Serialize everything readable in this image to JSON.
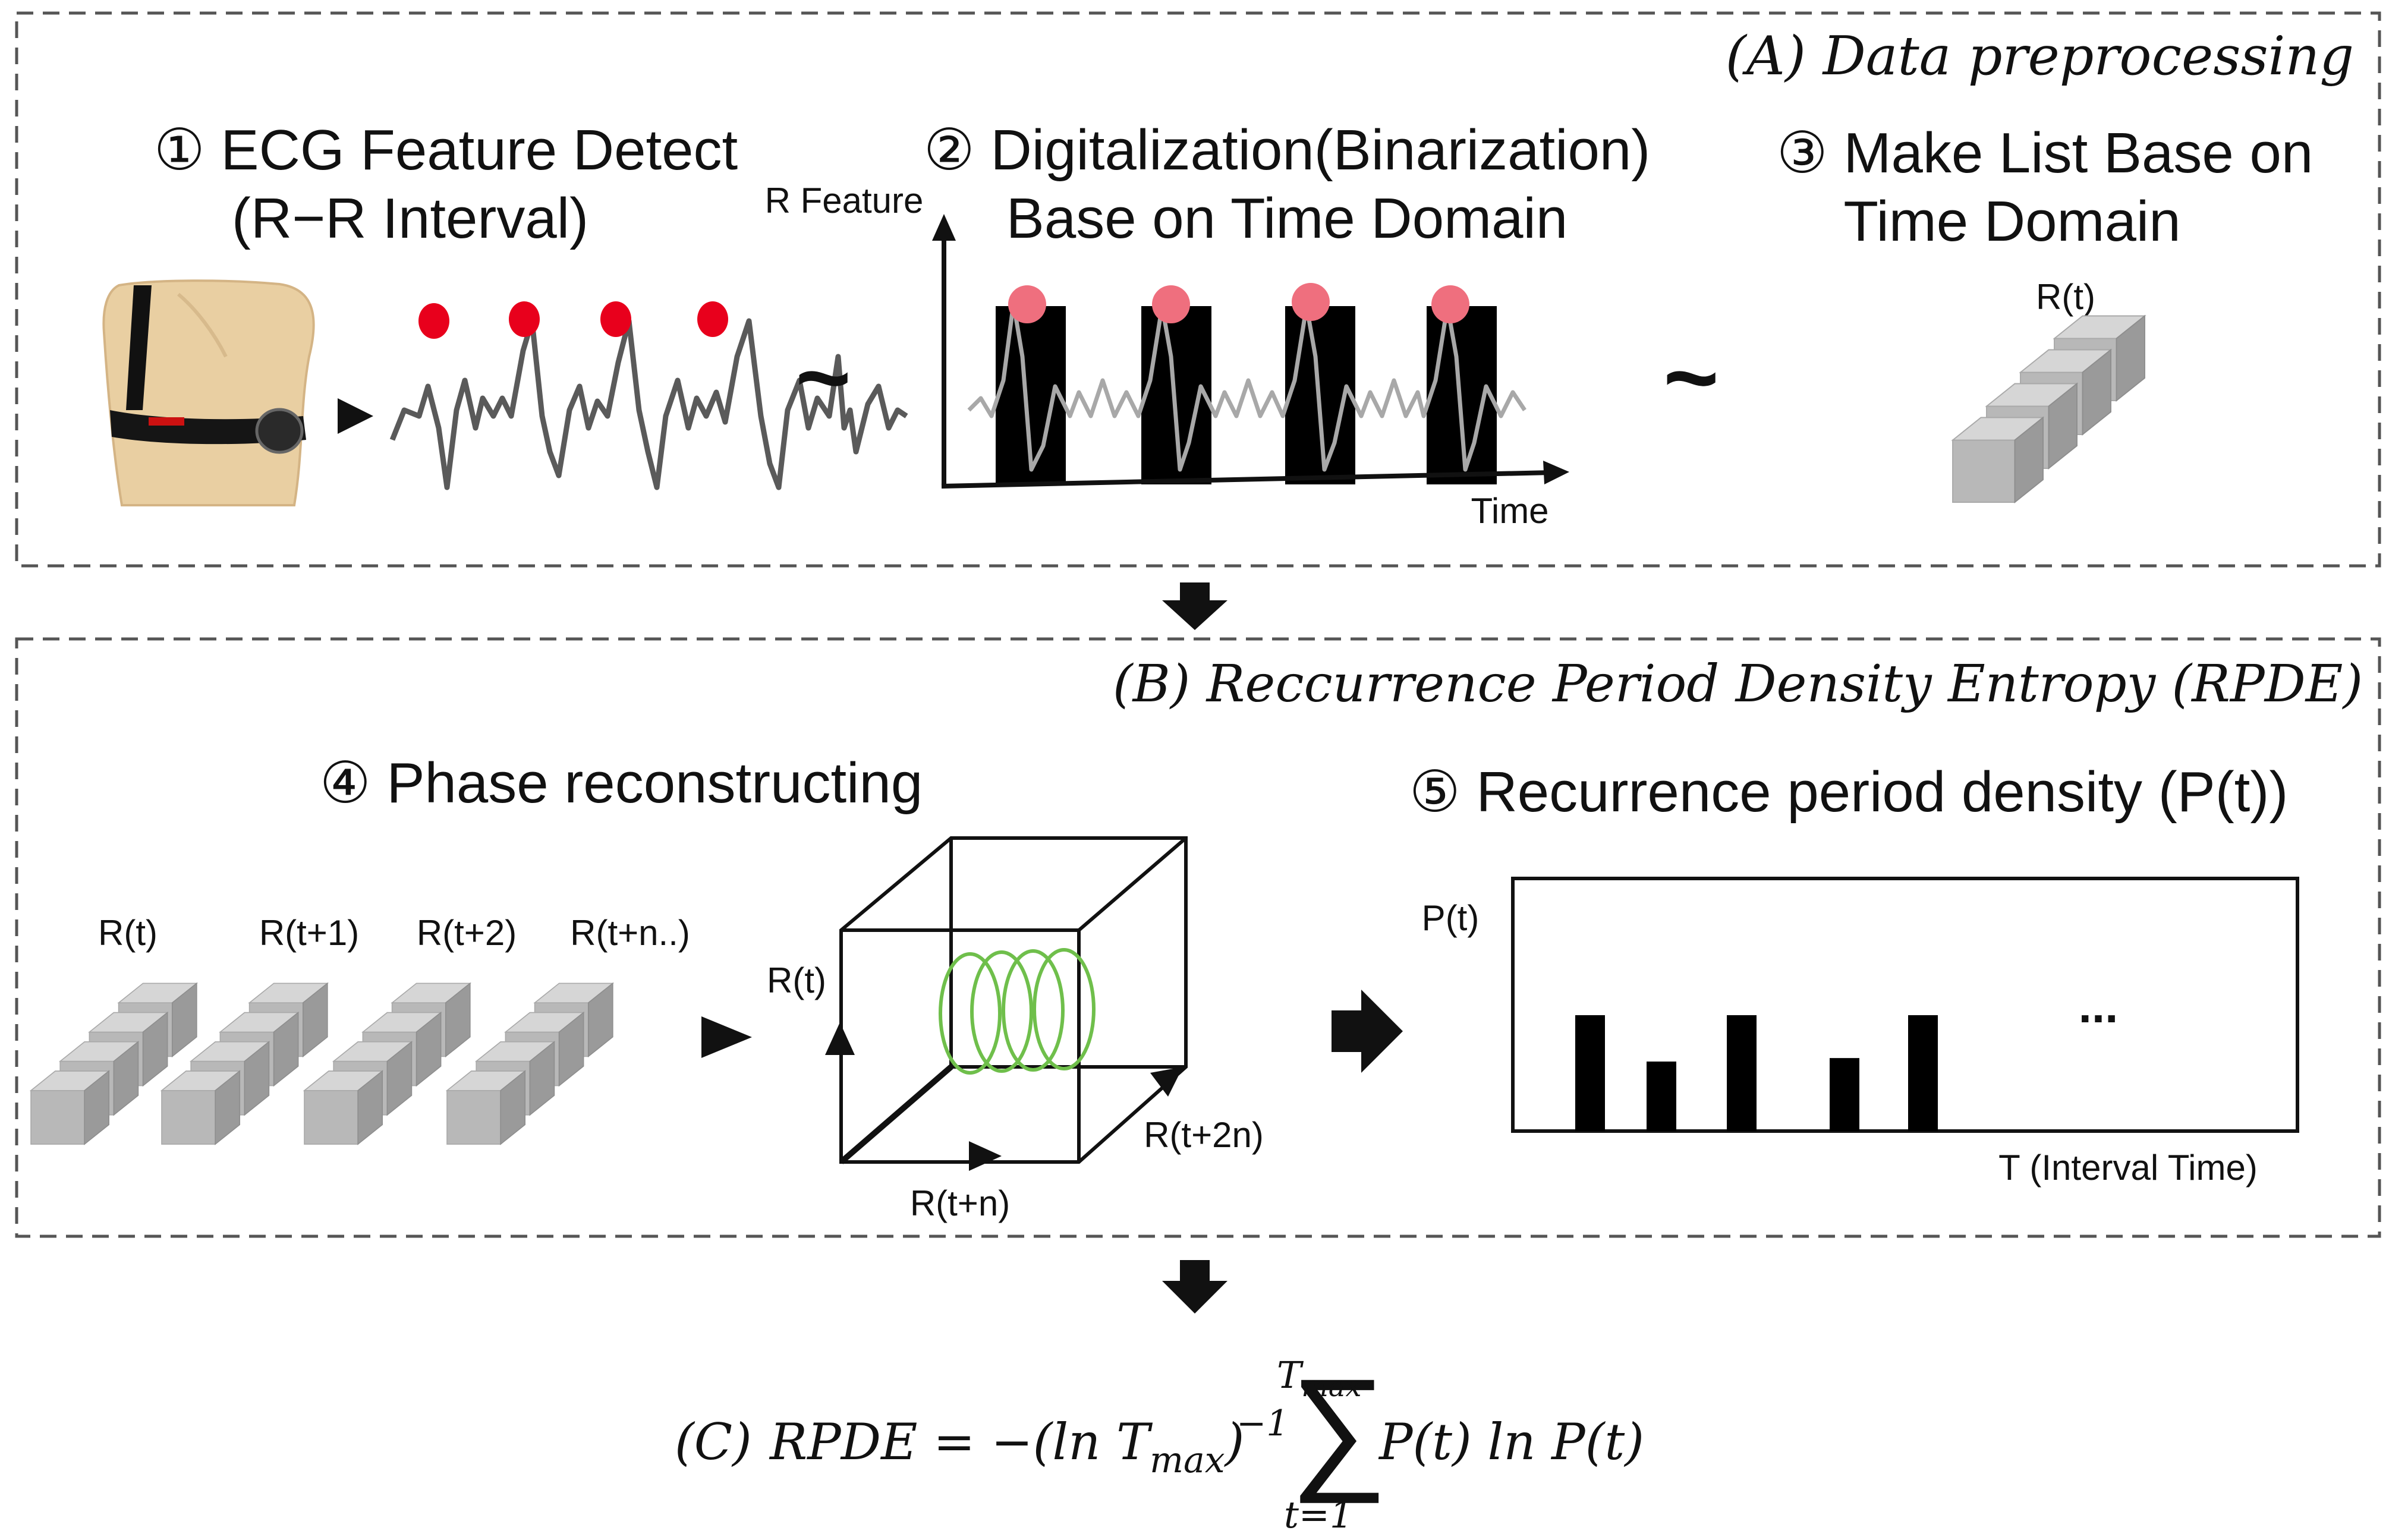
{
  "panel_a": {
    "title": "(A) Data preprocessing",
    "step1": {
      "line1": "① ECG Feature Detect",
      "line2": "(R−R Interval)"
    },
    "step2": {
      "line1": "② Digitalization(Binarization)",
      "line2": "Base on Time Domain",
      "y_axis": "R Feature",
      "x_axis": "Time"
    },
    "step3": {
      "line1": "③ Make List Base on",
      "line2": "Time Domain",
      "label": "R(t)"
    },
    "tilde": "~"
  },
  "panel_b": {
    "title": "(B) Reccurrence Period Density Entropy (RPDE)",
    "step4": {
      "heading": "④ Phase reconstructing",
      "stack_labels": [
        "R(t)",
        "R(t+1)",
        "R(t+2)",
        "R(t+n..)"
      ],
      "axis_up": "R(t)",
      "axis_right": "R(t+n)",
      "axis_depth": "R(t+2n)"
    },
    "step5": {
      "heading": "⑤ Recurrence period density (P(t))",
      "ylabel": "P(t)",
      "xlabel": "T (Interval Time)",
      "ellipsis": "...",
      "bars": [
        1.0,
        0.6,
        1.0,
        0.63,
        1.0
      ]
    }
  },
  "panel_c": {
    "label": "(C)",
    "lhs": "RPDE = −(ln T",
    "sub_max": "max",
    "rparen": ")",
    "exp": "−1",
    "sum_top": "T",
    "sum_top_sub": "max",
    "sum_bottom": "t=1",
    "rhs": "P(t) ln P(t)"
  },
  "colors": {
    "r_peak": "#e8001c",
    "r_peak_soft": "#ef6f7e",
    "cube": "#b9b9b9",
    "loop": "#6fbf4b",
    "ecg": "#5a5a5a"
  }
}
